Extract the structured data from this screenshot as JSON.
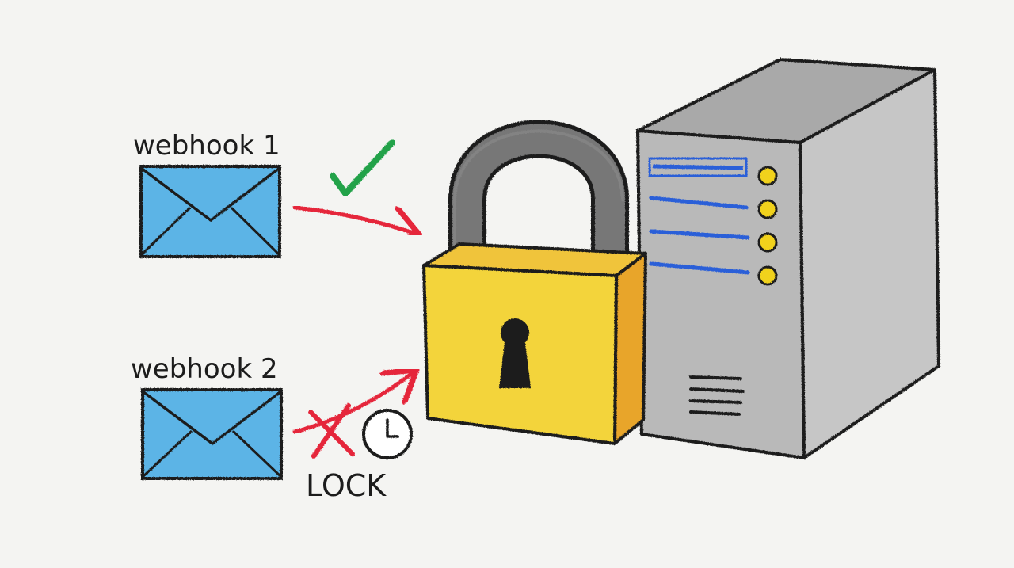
{
  "labels": {
    "webhook1": "webhook 1",
    "webhook2": "webhook 2",
    "lock": "LOCK"
  },
  "icons": {
    "envelope1": "envelope-icon",
    "envelope2": "envelope-icon",
    "success": "check-icon",
    "blocked": "x-cross-icon",
    "timer": "clock-icon",
    "padlock": "padlock-icon",
    "server": "server-icon"
  },
  "colors": {
    "background": "#f4f4f2",
    "envelope_fill": "#5bb4e6",
    "outline": "#1c1c1c",
    "arrow_red": "#e5263a",
    "check_green": "#22a24a",
    "lock_body": "#f3d43a",
    "lock_side": "#e8a52a",
    "shackle": "#777777",
    "server_front": "#b9b9b9",
    "server_side": "#c6c6c6",
    "server_top": "#a9a9a9",
    "server_lines": "#2a5fd8",
    "server_leds": "#f1d21a"
  }
}
